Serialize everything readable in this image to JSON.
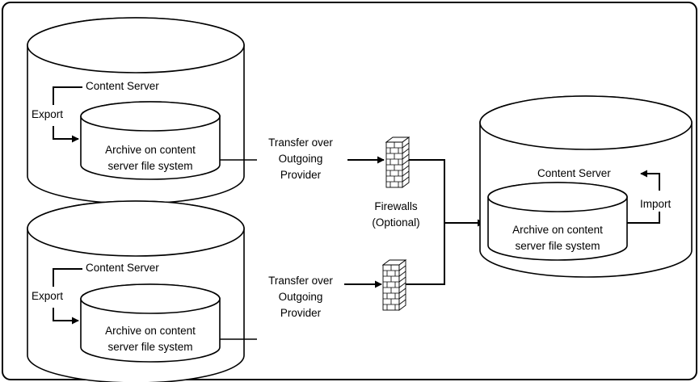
{
  "source_servers": [
    {
      "server_label": "Content Server",
      "export_label": "Export",
      "archive_line1": "Archive on content",
      "archive_line2": "server file system",
      "transfer_lines": [
        "Transfer over",
        "Outgoing",
        "Provider"
      ]
    },
    {
      "server_label": "Content Server",
      "export_label": "Export",
      "archive_line1": "Archive on content",
      "archive_line2": "server file system",
      "transfer_lines": [
        "Transfer over",
        "Outgoing",
        "Provider"
      ]
    }
  ],
  "firewall": {
    "label_line1": "Firewalls",
    "label_line2": "(Optional)"
  },
  "target_server": {
    "server_label": "Content Server",
    "import_label": "Import",
    "archive_line1": "Archive on content",
    "archive_line2": "server file system"
  }
}
